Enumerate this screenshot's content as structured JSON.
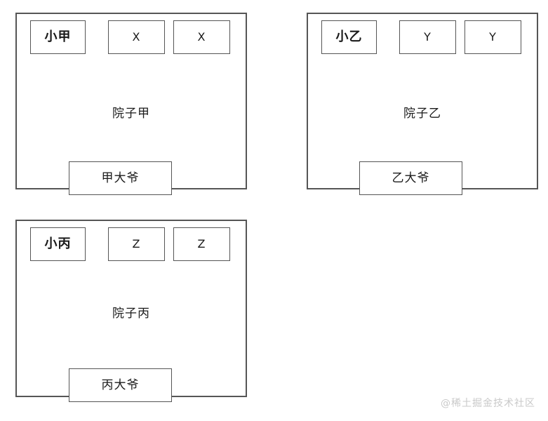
{
  "diagram": {
    "title": "",
    "colors": {
      "stroke": "#555555",
      "background": "#ffffff",
      "text": "#1a1a1a",
      "watermark": "#c9c9c9"
    },
    "courtyards": [
      {
        "id": "jia",
        "center_label": "院子甲",
        "owner_room_label": "小甲",
        "slot_labels": [
          "X",
          "X"
        ],
        "gate_label": "甲大爷"
      },
      {
        "id": "yi",
        "center_label": "院子乙",
        "owner_room_label": "小乙",
        "slot_labels": [
          "Y",
          "Y"
        ],
        "gate_label": "乙大爷"
      },
      {
        "id": "bing",
        "center_label": "院子丙",
        "owner_room_label": "小丙",
        "slot_labels": [
          "Z",
          "Z"
        ],
        "gate_label": "丙大爷"
      }
    ]
  },
  "watermark": {
    "text": "@稀土掘金技术社区"
  }
}
